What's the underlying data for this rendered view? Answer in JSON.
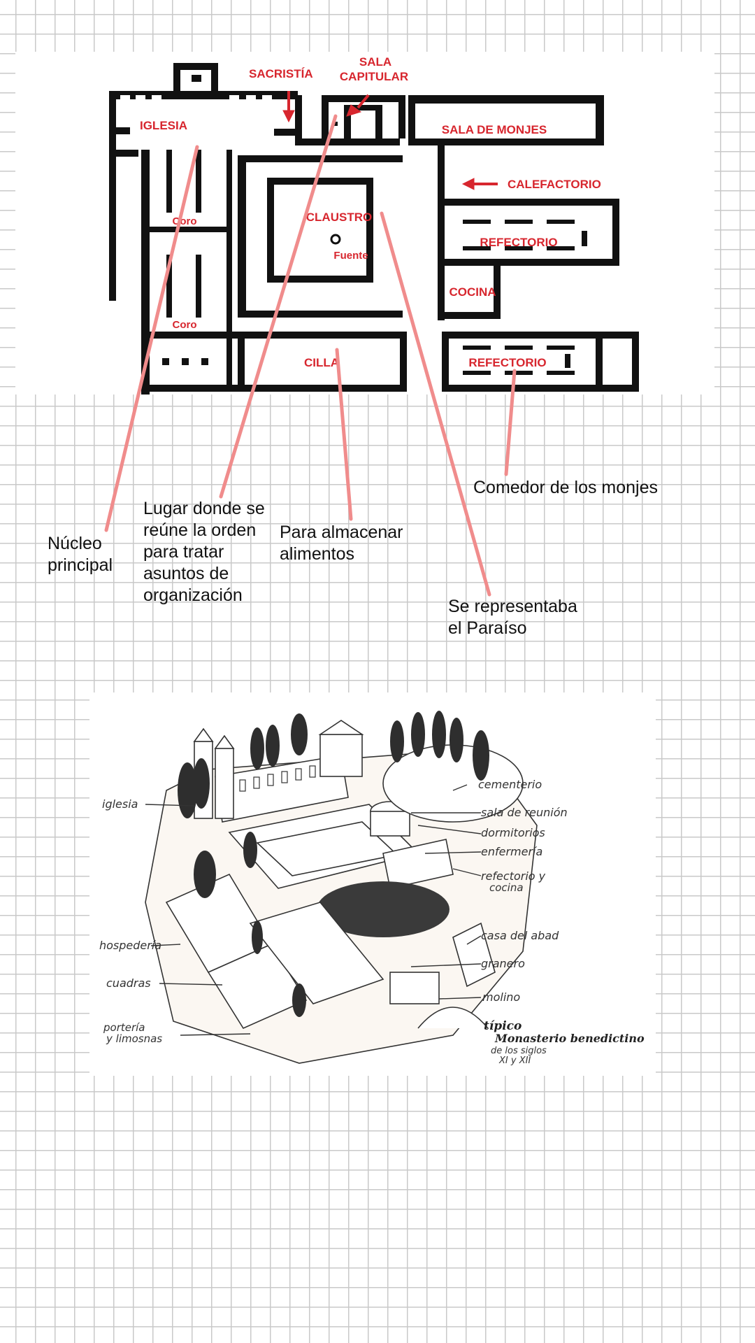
{
  "colors": {
    "accent": "#d7262e",
    "connector": "#f08c8c",
    "wall": "#111111"
  },
  "plan": {
    "labels": {
      "sacristia": "SACRISTÍA",
      "sala_line1": "SALA",
      "sala_line2": "CAPITULAR",
      "iglesia": "IGLESIA",
      "sala_monjes": "SALA DE MONJES",
      "calefactorio": "CALEFACTORIO",
      "claustro": "CLAUSTRO",
      "fuente": "Fuente",
      "coro_1": "Coro",
      "coro_2": "Coro",
      "refectorio_1": "REFECTORIO",
      "cocina": "COCINA",
      "cilla": "CILLA",
      "refectorio_2": "REFECTORIO"
    }
  },
  "notes": {
    "nucleo": [
      "Núcleo",
      "principal"
    ],
    "lugar": [
      "Lugar donde se",
      "reúne la orden",
      "para tratar",
      "asuntos de",
      "organización"
    ],
    "almacenar": [
      "Para almacenar",
      "alimentos"
    ],
    "comedor": [
      "Comedor de los monjes"
    ],
    "paraiso": [
      "Se representaba",
      "el Paraíso"
    ]
  },
  "aerial": {
    "labels": {
      "iglesia": "iglesia",
      "hospederia": "hospedería",
      "cuadras": "cuadras",
      "porteria_1": "portería",
      "porteria_2": "y limosnas",
      "cementerio": "cementerio",
      "sala_reunion": "sala de reunión",
      "dormitorios": "dormitorios",
      "enfermeria": "enfermería",
      "refectorio_1": "refectorio y",
      "refectorio_2": "cocina",
      "casa_abad": "casa del abad",
      "granero": "granero",
      "molino": "molino",
      "caption_1": "típico",
      "caption_2": "Monasterio benedictino",
      "caption_3": "de los siglos",
      "caption_4": "XI y XII"
    }
  }
}
